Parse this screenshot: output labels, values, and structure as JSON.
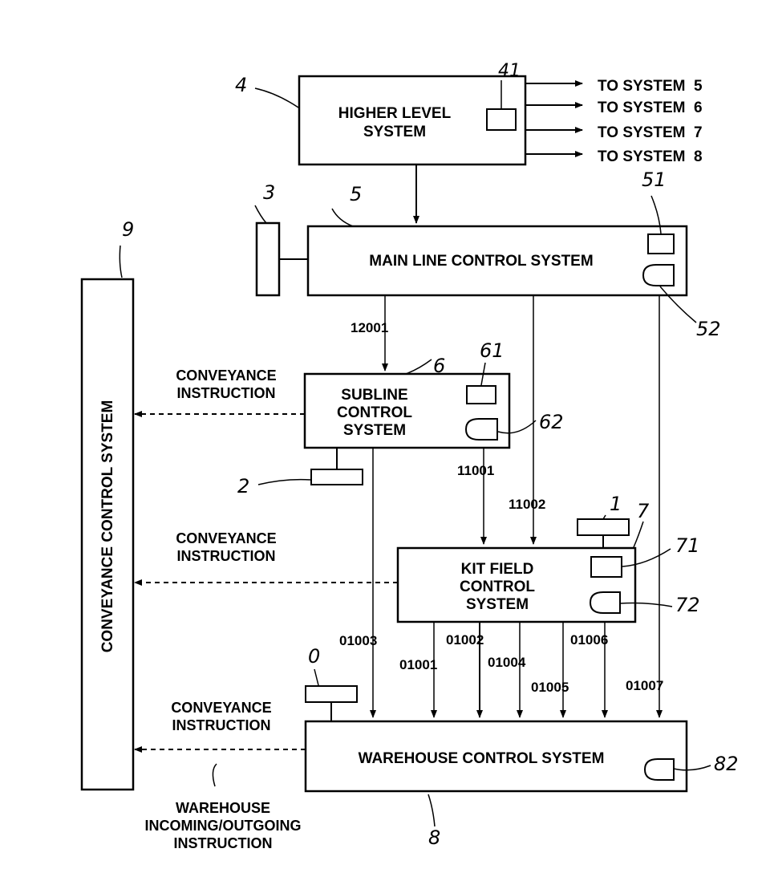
{
  "higher_level": {
    "line1": "HIGHER LEVEL",
    "line2": "SYSTEM",
    "ref": "4",
    "sub_ref": "41"
  },
  "outputs": [
    "TO SYSTEM  5",
    "TO SYSTEM  6",
    "TO SYSTEM  7",
    "TO SYSTEM  8"
  ],
  "main_line": {
    "label": "MAIN LINE CONTROL SYSTEM",
    "ref": "5",
    "ref_a": "51",
    "ref_b": "52",
    "terminal_ref": "3"
  },
  "subline": {
    "line1": "SUBLINE",
    "line2": "CONTROL",
    "line3": "SYSTEM",
    "ref": "6",
    "ref_a": "61",
    "ref_b": "62",
    "terminal_ref": "2"
  },
  "kit_field": {
    "line1": "KIT FIELD",
    "line2": "CONTROL",
    "line3": "SYSTEM",
    "ref": "7",
    "ref_a": "71",
    "ref_b": "72",
    "terminal_ref": "1"
  },
  "warehouse": {
    "label": "WAREHOUSE CONTROL SYSTEM",
    "ref": "8",
    "ref_b": "82",
    "terminal_ref": "0"
  },
  "conveyance": {
    "label": "CONVEYANCE CONTROL SYSTEM",
    "ref": "9"
  },
  "instructions": {
    "conv1_l1": "CONVEYANCE",
    "conv1_l2": "INSTRUCTION",
    "conv2_l1": "CONVEYANCE",
    "conv2_l2": "INSTRUCTION",
    "conv3_l1": "CONVEYANCE",
    "conv3_l2": "INSTRUCTION",
    "wh_l1": "WAREHOUSE",
    "wh_l2": "INCOMING/OUTGOING",
    "wh_l3": "INSTRUCTION"
  },
  "codes": {
    "c12001": "12001",
    "c11001": "11001",
    "c11002": "11002",
    "c01001": "01001",
    "c01002": "01002",
    "c01003": "01003",
    "c01004": "01004",
    "c01005": "01005",
    "c01006": "01006",
    "c01007": "01007"
  }
}
